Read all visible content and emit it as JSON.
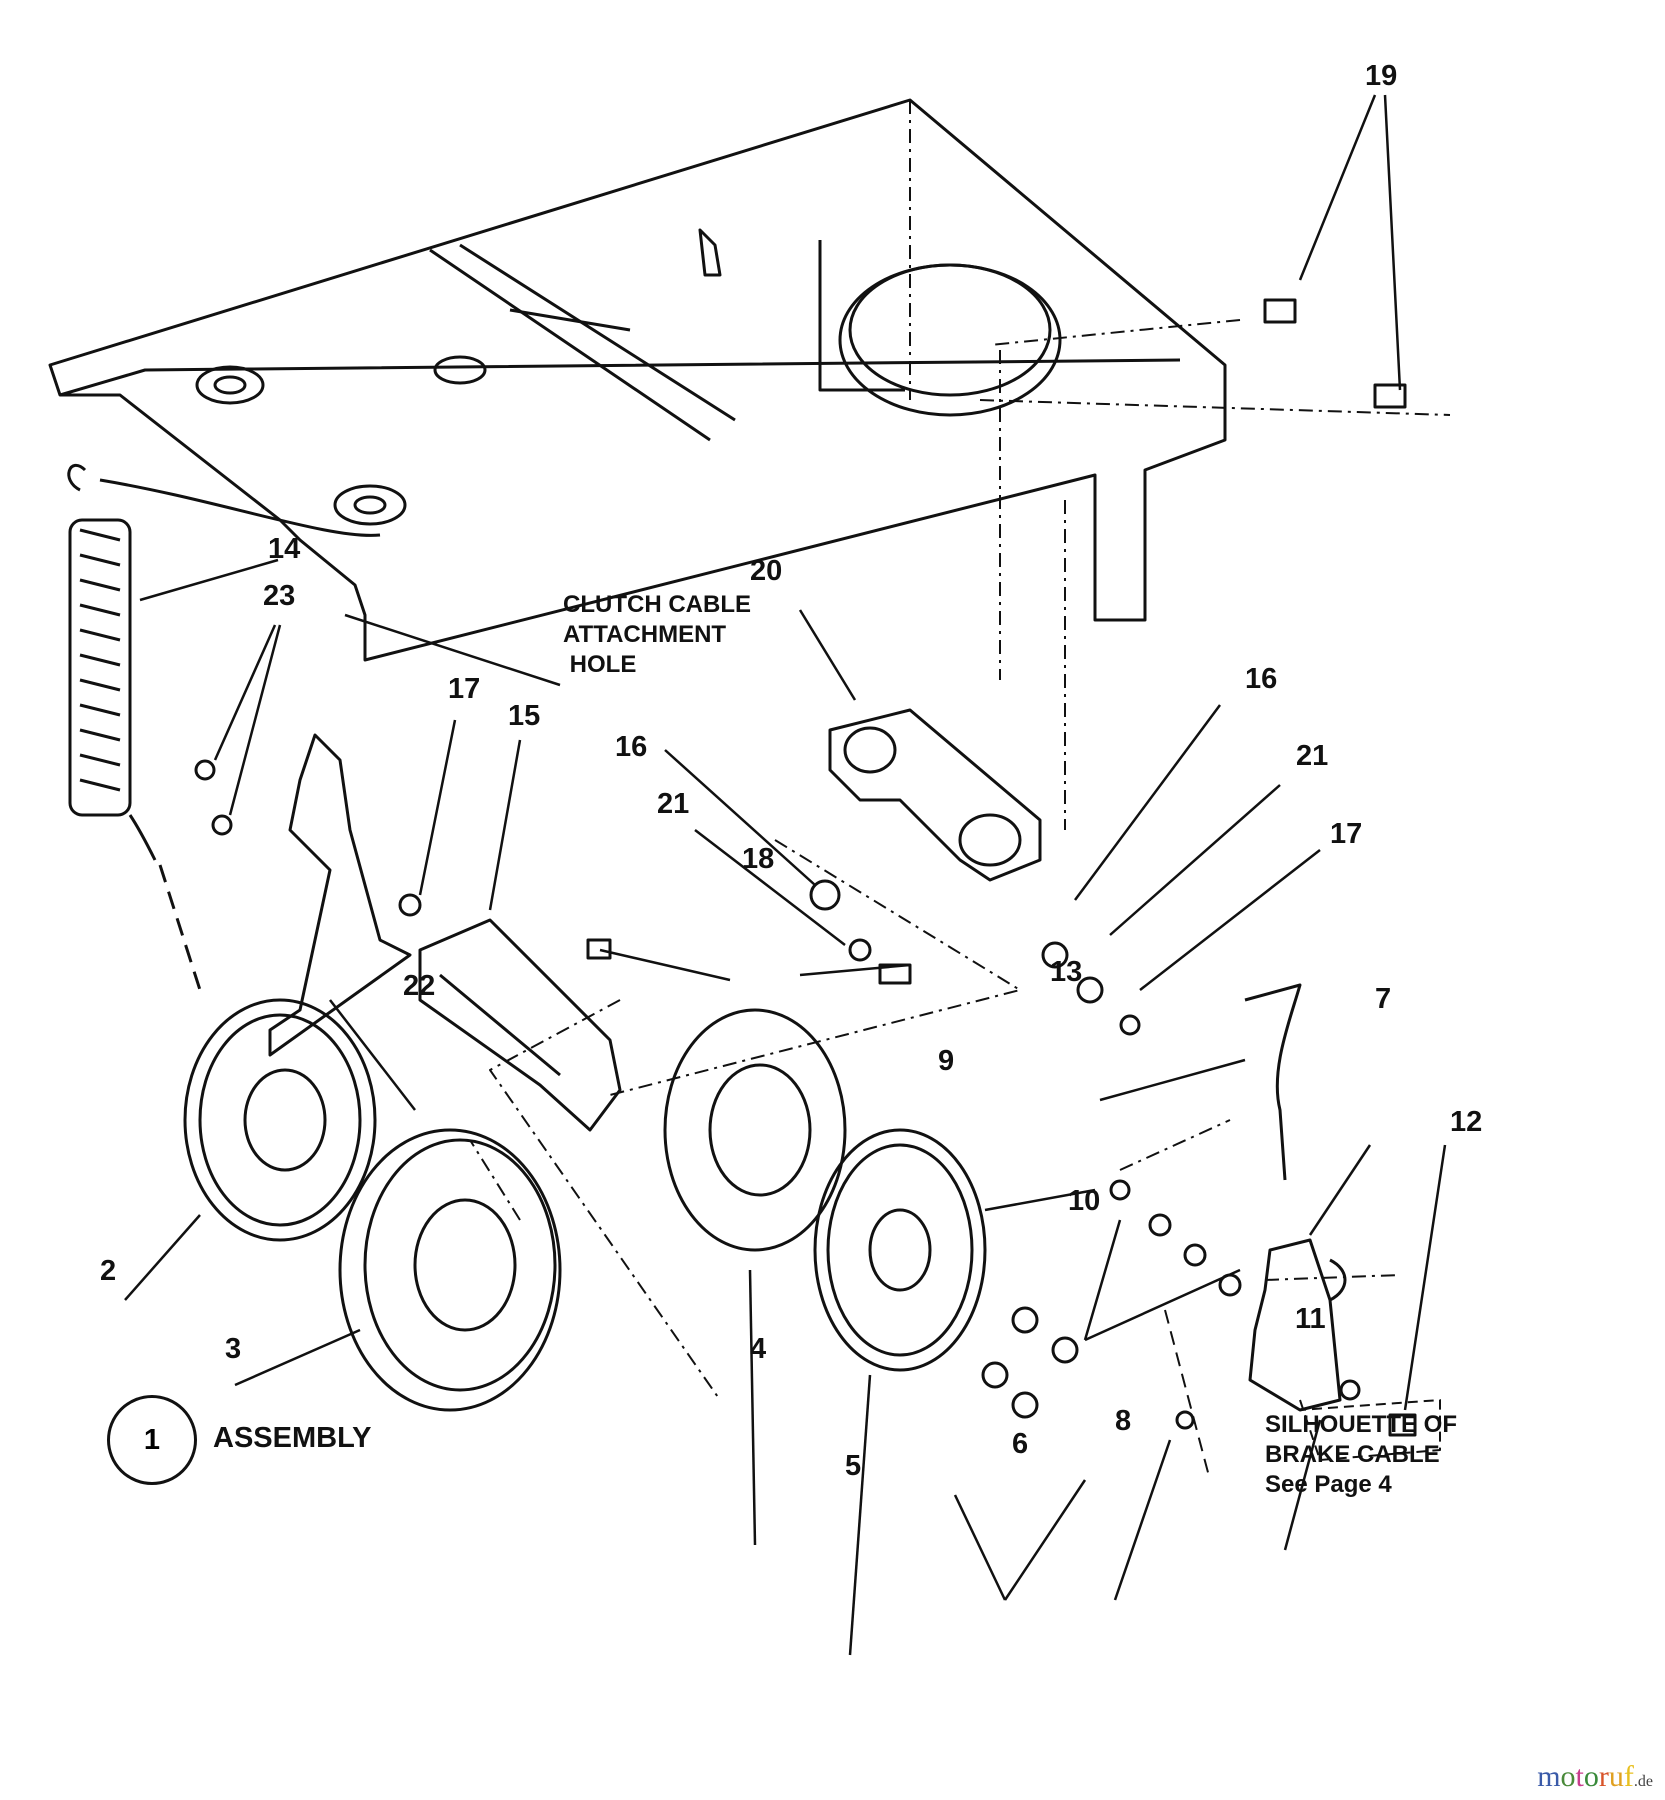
{
  "diagram": {
    "title": "Assembly exploded parts view",
    "callouts": [
      "19",
      "19",
      "14",
      "23",
      "20",
      "17",
      "15",
      "16",
      "16",
      "21",
      "21",
      "18",
      "17",
      "13",
      "22",
      "7",
      "9",
      "10",
      "12",
      "2",
      "3",
      "4",
      "5",
      "6",
      "8",
      "11"
    ],
    "notes": {
      "clutch": "CLUTCH CABLE\nATTACHMENT\n HOLE",
      "brake": "SILHOUETTE OF\nBRAKE CABLE\nSee Page 4"
    },
    "assembly": {
      "number": "1",
      "label": "ASSEMBLY"
    }
  },
  "watermark": {
    "parts": [
      {
        "text": "m",
        "color": "#3a5aa8"
      },
      {
        "text": "o",
        "color": "#4a8a3a"
      },
      {
        "text": "t",
        "color": "#c83c8c"
      },
      {
        "text": "o",
        "color": "#3a8a3a"
      },
      {
        "text": "r",
        "color": "#d8542a"
      },
      {
        "text": "u",
        "color": "#e0a020"
      },
      {
        "text": "f",
        "color": "#e8c020"
      },
      {
        "text": ".de",
        "color": "#444444"
      }
    ]
  }
}
